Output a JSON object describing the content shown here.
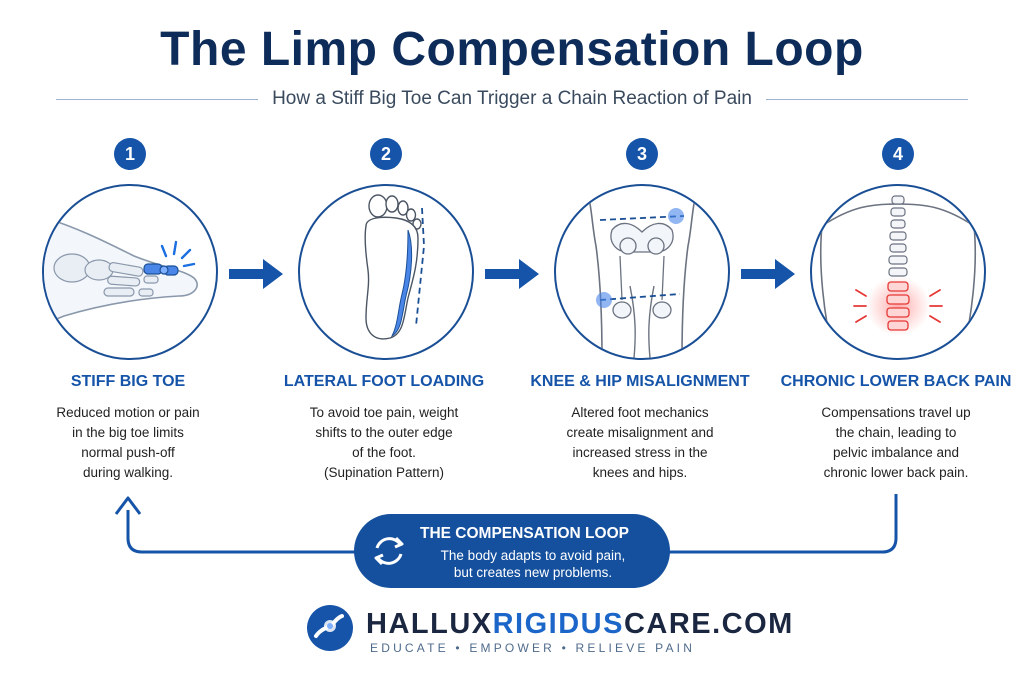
{
  "header": {
    "title": "The Limp Compensation Loop",
    "subtitle": "How a Stiff Big Toe Can Trigger a Chain Reaction of Pain"
  },
  "steps": [
    {
      "number": "1",
      "title": "STIFF BIG TOE",
      "lines": [
        "Reduced motion or pain",
        "in the big toe limits",
        "normal push-off",
        "during walking."
      ]
    },
    {
      "number": "2",
      "title": "LATERAL FOOT LOADING",
      "lines": [
        "To avoid toe pain, weight",
        "shifts to the outer edge",
        "of the foot.",
        "(Supination Pattern)"
      ]
    },
    {
      "number": "3",
      "title": "KNEE & HIP MISALIGNMENT",
      "lines": [
        "Altered foot mechanics",
        "create misalignment and",
        "increased stress in the",
        "knees and hips."
      ]
    },
    {
      "number": "4",
      "title": "CHRONIC LOWER BACK PAIN",
      "lines": [
        "Compensations travel up",
        "the chain, leading to",
        "pelvic imbalance and",
        "chronic lower back pain."
      ]
    }
  ],
  "loop": {
    "title": "THE COMPENSATION LOOP",
    "lines": [
      "The body adapts to avoid pain,",
      "but creates new problems."
    ]
  },
  "brand": {
    "part1": "HALLUX",
    "part2": "RIGIDUS",
    "part3": "CARE.COM",
    "tagline": "EDUCATE • EMPOWER • RELIEVE PAIN"
  },
  "colors": {
    "primary": "#1554a8",
    "dark": "#0d2c5a",
    "accent_light": "#4a86e8",
    "pain_red": "#e53935"
  },
  "icons": [
    "cycle-arrows-icon",
    "logo-joint-icon",
    "arrow-right-icon"
  ]
}
